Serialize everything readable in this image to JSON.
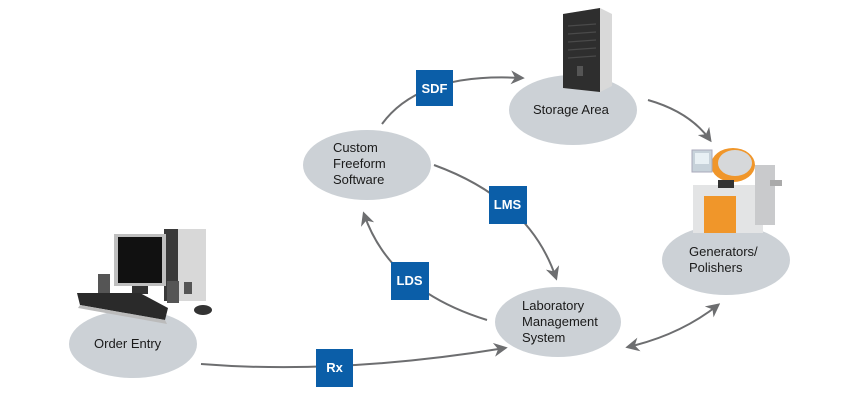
{
  "nodes": {
    "order_entry": {
      "label": "Order Entry"
    },
    "custom_freeform": {
      "label_lines": [
        "Custom",
        "Freeform",
        "Software"
      ]
    },
    "storage": {
      "label": "Storage Area"
    },
    "lab_management": {
      "label_lines": [
        "Laboratory",
        "Management",
        "System"
      ]
    },
    "generators": {
      "label_lines": [
        "Generators/",
        "Polishers"
      ]
    }
  },
  "tags": {
    "rx": "Rx",
    "lds": "LDS",
    "sdf": "SDF",
    "lms": "LMS"
  },
  "icons": {
    "order_entry": "desktop-computer-icon",
    "storage": "server-tower-icon",
    "generators": "lens-generator-machine-icon"
  },
  "colors": {
    "tag_blue": "#0b5ea8",
    "node_gray": "#ccd1d6",
    "arrow_gray": "#6d6e70",
    "machine_orange": "#f0962a"
  }
}
